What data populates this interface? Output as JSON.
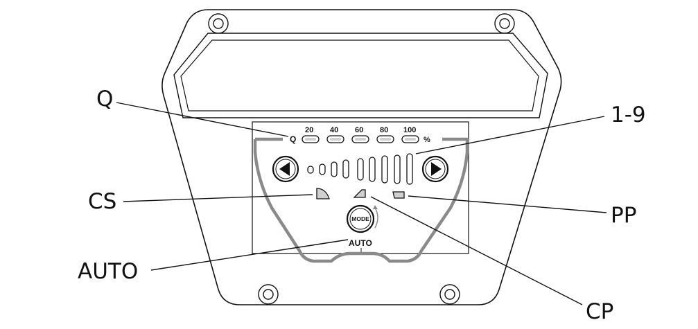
{
  "callouts": {
    "q": "Q",
    "range": "1-9",
    "cs": "CS",
    "pp": "PP",
    "auto": "AUTO",
    "cp": "CP"
  },
  "panel": {
    "q_label": "Q",
    "percent_labels": [
      "20",
      "40",
      "60",
      "80",
      "100"
    ],
    "percent_sign": "%",
    "mode_button": "MODE",
    "auto_label": "AUTO"
  },
  "icons": {
    "left": "left-arrow-icon",
    "right": "right-arrow-icon",
    "cs": "cs-mode-icon",
    "cp": "cp-mode-icon",
    "pp": "pp-mode-icon"
  },
  "colors": {
    "line": "#111111",
    "gray": "#8a8a8a",
    "light_gray": "#d0d0d0"
  }
}
